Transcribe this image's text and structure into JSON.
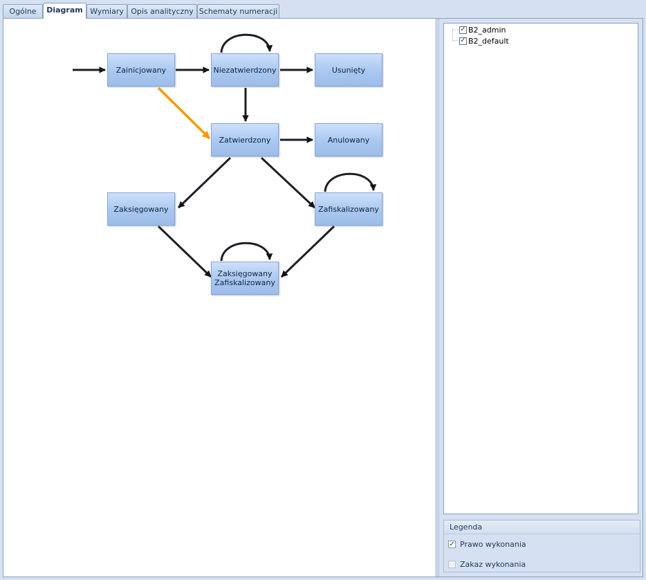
{
  "tabs": [
    {
      "label": "Ogólne",
      "active": false
    },
    {
      "label": "Diagram",
      "active": true
    },
    {
      "label": "Wymiary",
      "active": false
    },
    {
      "label": "Opis analityczny",
      "active": false
    },
    {
      "label": "Schematy numeracji",
      "active": false
    }
  ],
  "diagram": {
    "nodes": {
      "zainicjowany": "Zainicjowany",
      "niezatwierdzony": "Niezatwierdzony",
      "usuniety": "Usunięty",
      "zatwierdzony": "Zatwierdzony",
      "anulowany": "Anulowany",
      "zaksiegowany": "Zaksięgowany",
      "zafiskalizowany": "Zafiskalizowany",
      "zaksiegowany_zafiskalizowany_line1": "Zaksięgowany",
      "zaksiegowany_zafiskalizowany_line2": "Zafiskalizowany"
    },
    "highlight_color": "#f79a00"
  },
  "tree": {
    "items": [
      {
        "label": "B2_admin",
        "checked": true
      },
      {
        "label": "B2_default",
        "checked": true
      }
    ]
  },
  "legend": {
    "title": "Legenda",
    "items": [
      {
        "label": "Prawo wykonania",
        "checked": true
      },
      {
        "label": "Zakaz wykonania",
        "checked": false
      }
    ]
  }
}
